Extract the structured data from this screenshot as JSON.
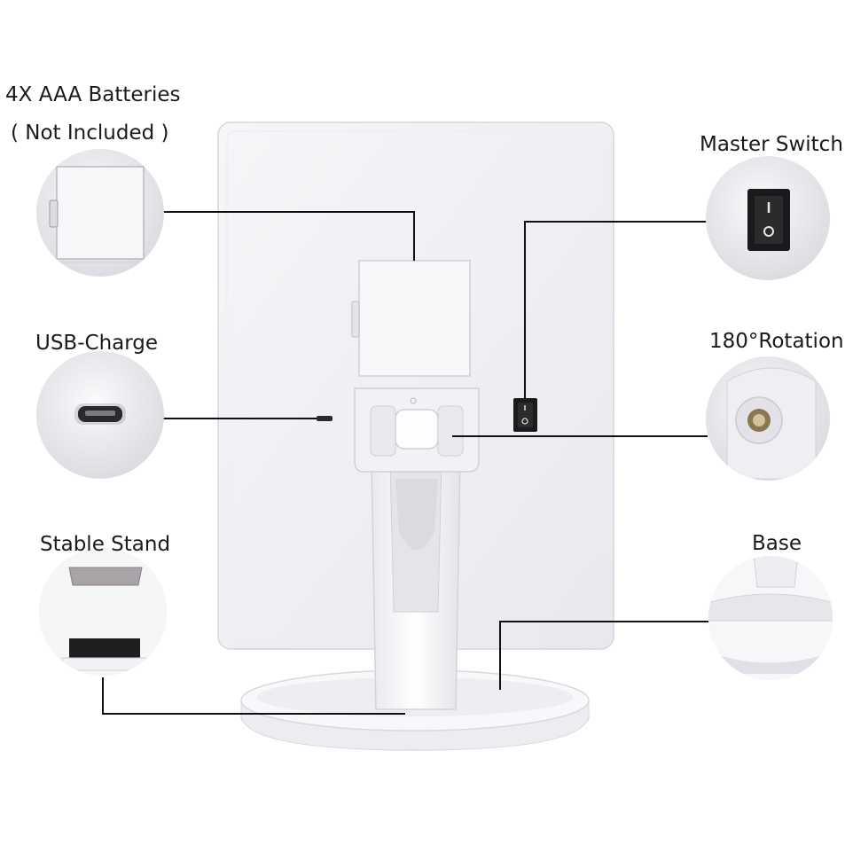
{
  "labels": {
    "batteries_line1": "4X AAA Batteries",
    "batteries_line2": "( Not Included )",
    "usb": "USB-Charge",
    "stand": "Stable Stand",
    "master_switch": "Master Switch",
    "rotation": "180°Rotation",
    "base": "Base"
  },
  "colors": {
    "mirror": "#f1f1f4",
    "mirror_edge": "#dcdce2",
    "callout_line": "#111111",
    "switch": "#1b1b1b"
  },
  "icons": [
    "battery-cover",
    "usb-port",
    "rocker-switch",
    "hinge",
    "stand-foot",
    "base"
  ]
}
